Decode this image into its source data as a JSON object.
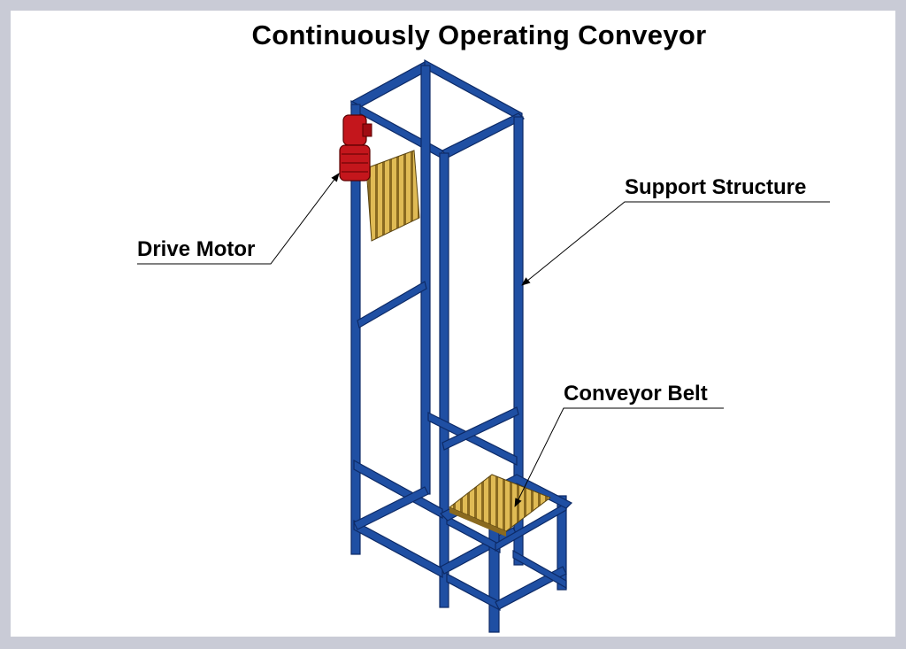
{
  "title": "Continuously Operating Conveyor",
  "labels": {
    "drive_motor": "Drive Motor",
    "support_structure": "Support Structure",
    "conveyor_belt": "Conveyor Belt"
  },
  "colors": {
    "frame_blue": "#1f4fa3",
    "frame_dark": "#0d2a66",
    "motor_red": "#c4161c",
    "belt_yellow": "#d9b24a",
    "border_gray": "#c9cbd6"
  }
}
